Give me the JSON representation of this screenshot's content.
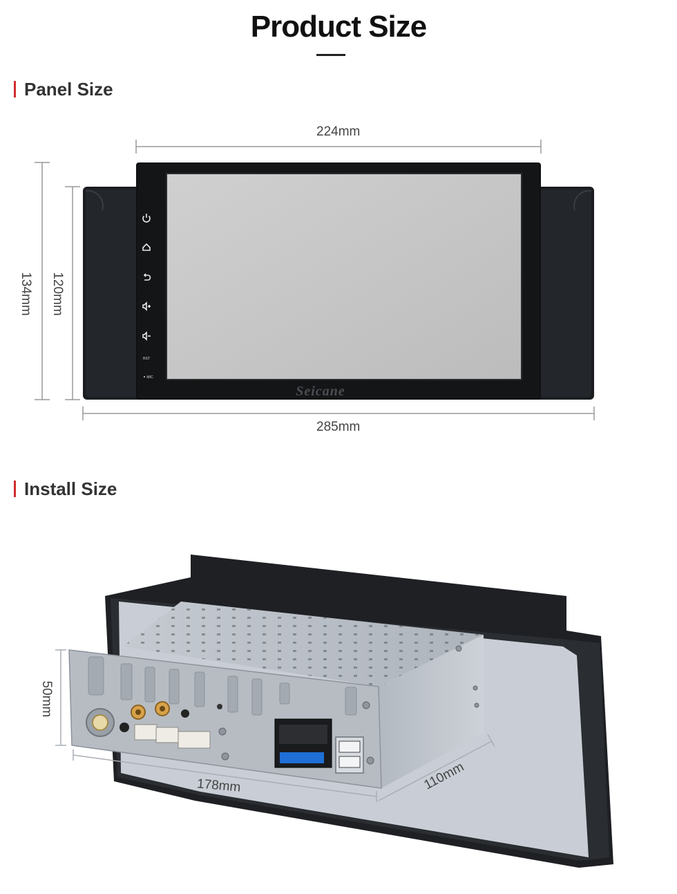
{
  "title": "Product Size",
  "panel_section": {
    "heading": "Panel Size",
    "dims": {
      "screen_width": "224mm",
      "total_width": "285mm",
      "total_height": "134mm",
      "screen_height": "120mm"
    },
    "brand_mark": "Seicane",
    "side_buttons": [
      "power-icon",
      "home-icon",
      "back-icon",
      "volume-up-icon",
      "volume-down-icon",
      "RST",
      "MIC"
    ]
  },
  "install_section": {
    "heading": "Install Size",
    "dims": {
      "height": "50mm",
      "width": "178mm",
      "depth": "110mm"
    }
  },
  "colors": {
    "accent": "#d12c2c",
    "screen": "#c8c8c8",
    "chassis": "#b9bec6",
    "bezel": "#141414"
  }
}
